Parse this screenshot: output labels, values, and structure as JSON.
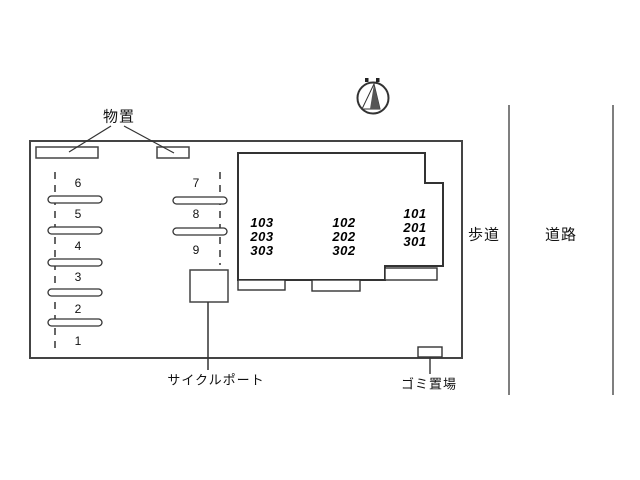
{
  "diagram_type": "property-site-plan",
  "labels": {
    "storage": "物置",
    "cycle_port": "サイクルポート",
    "garbage": "ゴミ置場",
    "sidewalk": "歩道",
    "road": "道路"
  },
  "icons": {
    "compass": "north-arrow-icon"
  },
  "parking": {
    "left_spaces": [
      "6",
      "5",
      "4",
      "3",
      "2",
      "1"
    ],
    "right_spaces": [
      "7",
      "8",
      "9"
    ]
  },
  "building": {
    "units_left": [
      "103",
      "203",
      "303"
    ],
    "units_middle": [
      "102",
      "202",
      "302"
    ],
    "units_right": [
      "101",
      "201",
      "301"
    ]
  },
  "colors": {
    "line": "#333333",
    "road_line": "#555555",
    "text": "#111111",
    "background": "#ffffff"
  }
}
